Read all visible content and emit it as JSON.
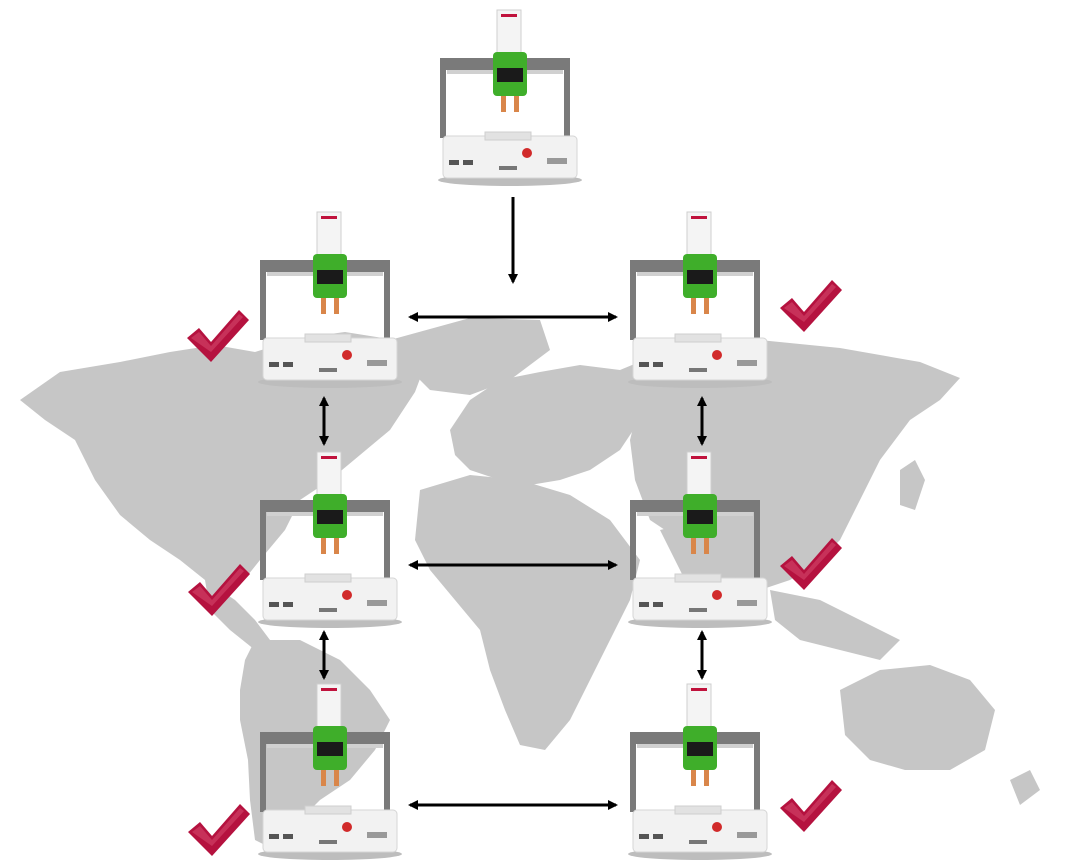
{
  "diagram": {
    "background_map": "world-map",
    "colors": {
      "map_land": "#c6c6c6",
      "check_mark": "#b5123f",
      "robot_head": "#3fae2a",
      "frame": "#7a7a7a",
      "base": "#f2f2f2",
      "arrow": "#000000"
    },
    "machines": [
      {
        "id": "top",
        "icon": "dispensing-robot-icon",
        "checked": false
      },
      {
        "id": "row1-left",
        "icon": "dispensing-robot-icon",
        "checked": true
      },
      {
        "id": "row1-right",
        "icon": "dispensing-robot-icon",
        "checked": true
      },
      {
        "id": "row2-left",
        "icon": "dispensing-robot-icon",
        "checked": true
      },
      {
        "id": "row2-right",
        "icon": "dispensing-robot-icon",
        "checked": true
      },
      {
        "id": "row3-left",
        "icon": "dispensing-robot-icon",
        "checked": true
      },
      {
        "id": "row3-right",
        "icon": "dispensing-robot-icon",
        "checked": true
      }
    ],
    "connections": [
      {
        "from": "top",
        "to": "row1",
        "direction": "down"
      },
      {
        "from": "row1-left",
        "to": "row1-right",
        "direction": "both"
      },
      {
        "from": "row1-left",
        "to": "row2-left",
        "direction": "both"
      },
      {
        "from": "row1-right",
        "to": "row2-right",
        "direction": "both"
      },
      {
        "from": "row2-left",
        "to": "row2-right",
        "direction": "both"
      },
      {
        "from": "row2-left",
        "to": "row3-left",
        "direction": "both"
      },
      {
        "from": "row2-right",
        "to": "row3-right",
        "direction": "both"
      },
      {
        "from": "row3-left",
        "to": "row3-right",
        "direction": "both"
      }
    ]
  }
}
